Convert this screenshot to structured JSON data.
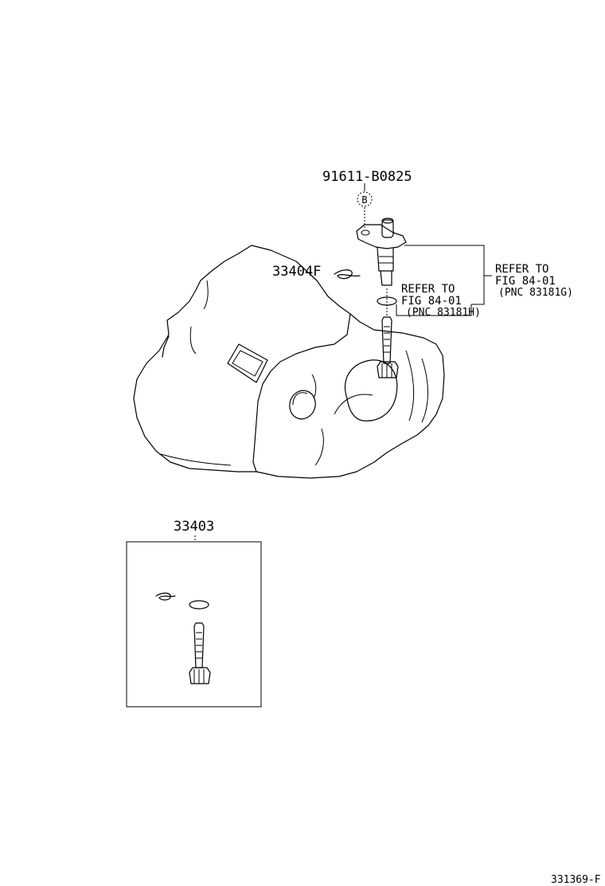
{
  "labels": {
    "sensor_bolt": "91611-B0825",
    "bolt_marker": "B",
    "clip": "33404F",
    "gear_kit": "33403",
    "footer_code": "331369-F"
  },
  "refer_upper": {
    "line1": "REFER TO",
    "line2": "FIG 84-01",
    "line3": "(PNC 83181G)"
  },
  "refer_lower": {
    "line1": "REFER TO",
    "line2": "FIG 84-01",
    "line3": "(PNC 83181H)"
  }
}
